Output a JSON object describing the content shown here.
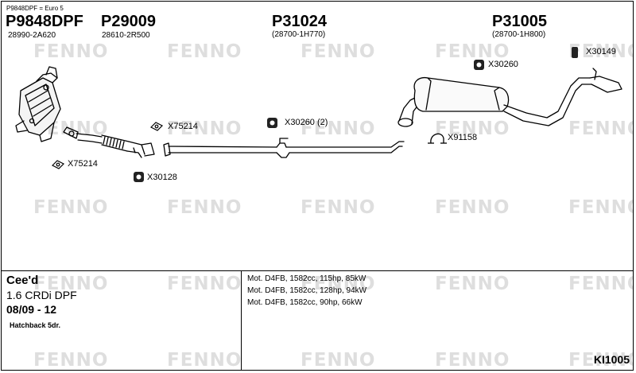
{
  "watermark_text": "FENNO",
  "header_note": "P9848DPF = Euro 5",
  "parts": [
    {
      "number": "P9848DPF",
      "reference": "28990-2A620"
    },
    {
      "number": "P29009",
      "reference": "28610-2R500"
    },
    {
      "number": "P31024",
      "reference": "(28700-1H770)"
    },
    {
      "number": "P31005",
      "reference": "(28700-1H800)"
    }
  ],
  "accessories": [
    {
      "code": "X75214",
      "icon": "flange-gasket-icon"
    },
    {
      "code": "X75214",
      "icon": "gasket-ring-icon"
    },
    {
      "code": "X30128",
      "icon": "rubber-mount-icon"
    },
    {
      "code": "X30260 (2)",
      "icon": "rubber-mount-icon"
    },
    {
      "code": "X30260",
      "icon": "rubber-mount-icon"
    },
    {
      "code": "X91158",
      "icon": "pipe-clamp-icon"
    },
    {
      "code": "X30149",
      "icon": "hanger-bracket-icon"
    }
  ],
  "vehicle": {
    "model": "Cee'd",
    "engine": "1.6 CRDi DPF",
    "years": "08/09 - 12",
    "body": "Hatchback 5dr."
  },
  "engine_specs": [
    "Mot. D4FB, 1582cc, 115hp, 85kW",
    "Mot. D4FB, 1582cc, 128hp, 94kW",
    "Mot. D4FB, 1582cc, 90hp, 66kW"
  ],
  "kit_code": "KI1005"
}
